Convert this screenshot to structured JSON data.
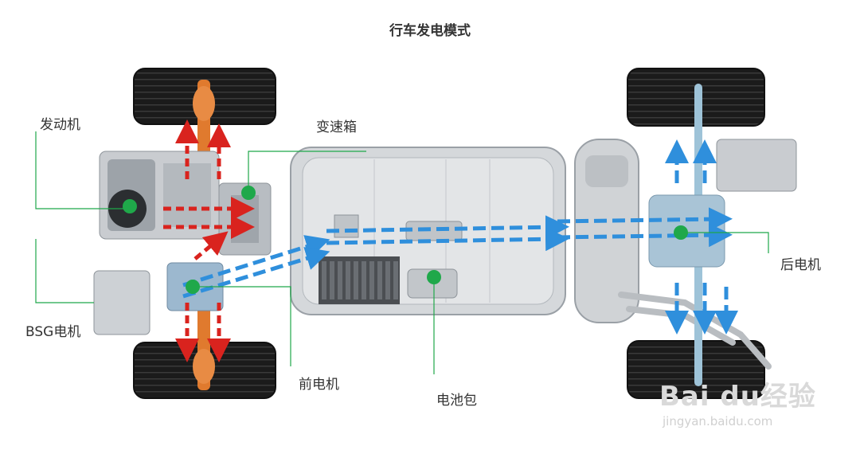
{
  "title": "行车发电模式",
  "labels": {
    "engine": "发动机",
    "gearbox": "变速箱",
    "bsg_motor": "BSG电机",
    "front_motor": "前电机",
    "battery_pack": "电池包",
    "rear_motor": "后电机"
  },
  "watermark": {
    "brand": "Bai du经验",
    "url": "jingyan.baidu.com"
  },
  "colors": {
    "marker": "#1fa84a",
    "engine_flow_arrow": "#d9231e",
    "electric_flow_arrow": "#2f8fdc",
    "leader_line": "#1fa84a"
  }
}
